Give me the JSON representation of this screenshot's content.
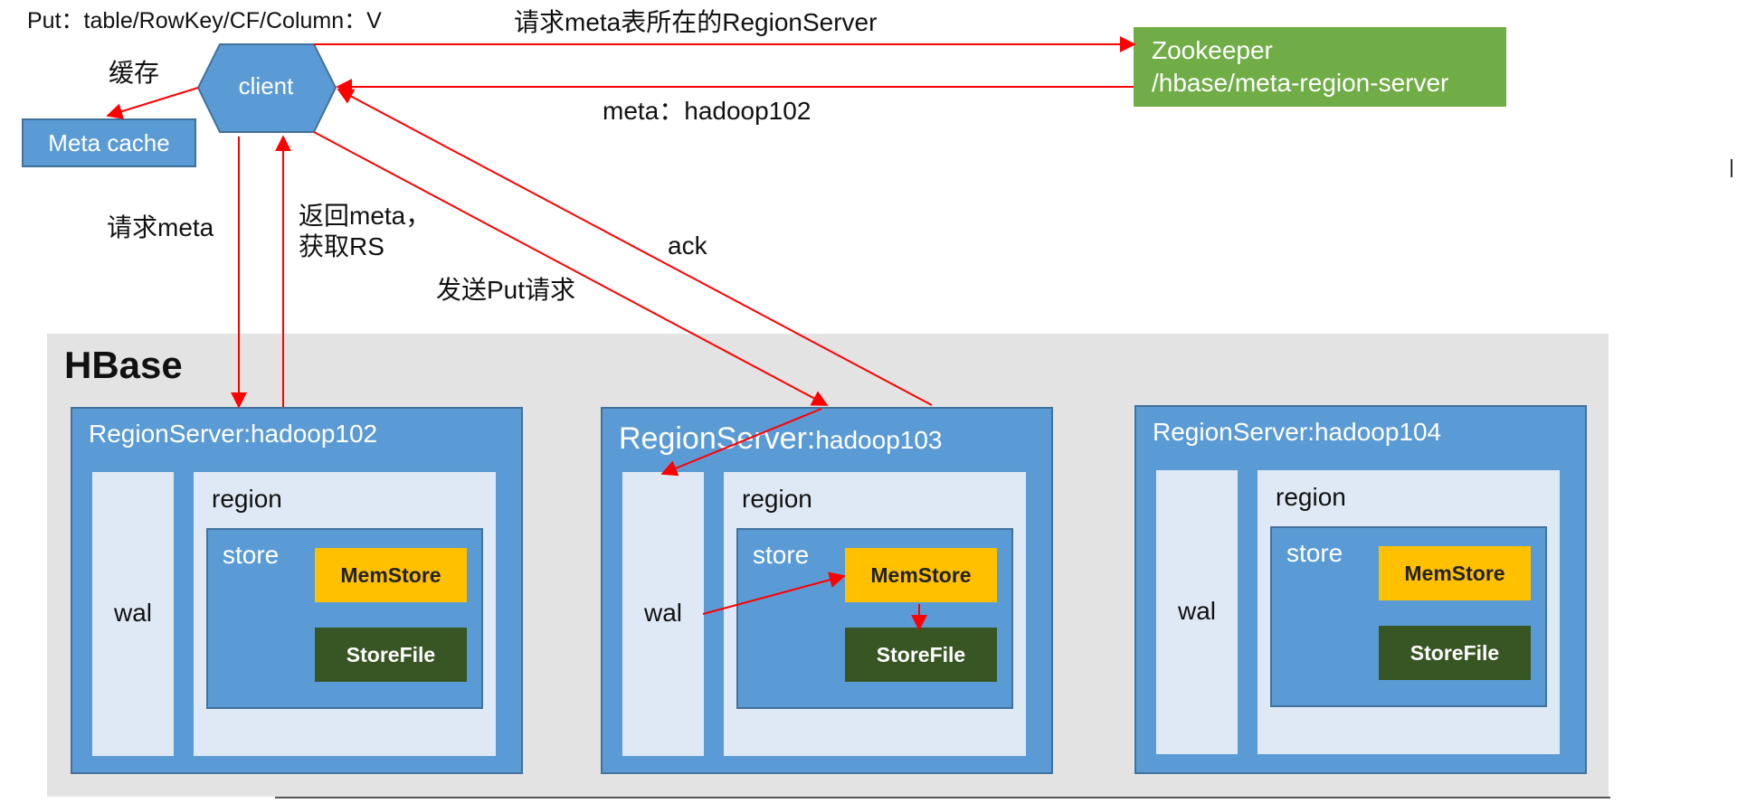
{
  "top_label": "Put：table/RowKey/CF/Column：V",
  "client": {
    "label": "client"
  },
  "meta_cache": {
    "label": "Meta cache"
  },
  "zookeeper": {
    "line1": "Zookeeper",
    "line2": "/hbase/meta-region-server"
  },
  "edges": {
    "cache": "缓存",
    "request_meta_server": "请求meta表所在的RegionServer",
    "meta_location": "meta：hadoop102",
    "request_meta": "请求meta",
    "return_meta_line1": "返回meta，",
    "return_meta_line2": "获取RS",
    "send_put": "发送Put请求",
    "ack": "ack"
  },
  "hbase": {
    "title": "HBase"
  },
  "region_servers": [
    {
      "title": "RegionServer:hadoop102",
      "wal": "wal",
      "region": "region",
      "store": "store",
      "memstore": "MemStore",
      "storefile": "StoreFile"
    },
    {
      "title_main": "RegionServer:",
      "title_host": "hadoop103",
      "wal": "wal",
      "region": "region",
      "store": "store",
      "memstore": "MemStore",
      "storefile": "StoreFile"
    },
    {
      "title": "RegionServer:hadoop104",
      "wal": "wal",
      "region": "region",
      "store": "store",
      "memstore": "MemStore",
      "storefile": "StoreFile"
    }
  ],
  "colors": {
    "accent_blue": "#5b9bd5",
    "light_blue": "#dfe9f5",
    "zookeeper_green": "#70ad47",
    "memstore_yellow": "#ffc000",
    "storefile_green": "#375623",
    "arrow_red": "#ff0000",
    "hbase_gray": "#e3e3e3"
  }
}
